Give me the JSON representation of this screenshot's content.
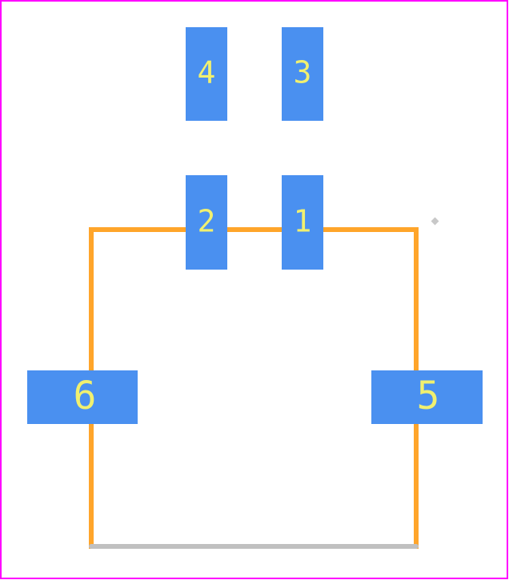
{
  "diagram": {
    "colors": {
      "background": "#ffffff",
      "border": "#ff00ff",
      "pad": "#4a90f0",
      "pad_label": "#f0f070",
      "silkscreen": "#ffa52a",
      "fab_line": "#c0c0c0",
      "pin1_marker": "#c8c8c8"
    },
    "pads": [
      {
        "label": "4"
      },
      {
        "label": "3"
      },
      {
        "label": "2"
      },
      {
        "label": "1"
      },
      {
        "label": "6"
      },
      {
        "label": "5"
      }
    ]
  }
}
